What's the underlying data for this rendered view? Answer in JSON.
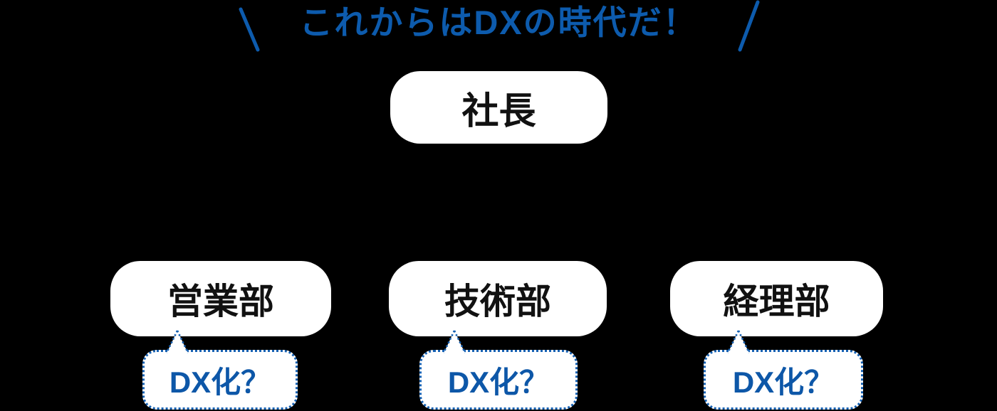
{
  "colors": {
    "background": "#000000",
    "accent_blue": "#0D5BAD",
    "bubble_border_blue": "#1560B2",
    "bubble_text_blue": "#0D57A8",
    "node_background": "#FFFFFF",
    "node_text": "#111111"
  },
  "banner": {
    "text": "これからはDXの時代だ！",
    "left_decoration_icon": "backslash-stroke",
    "right_decoration_icon": "forward-slash-stroke"
  },
  "org_chart": {
    "president": {
      "label": "社長"
    },
    "departments": [
      {
        "label": "営業部",
        "thought": "DX化？"
      },
      {
        "label": "技術部",
        "thought": "DX化？"
      },
      {
        "label": "経理部",
        "thought": "DX化？"
      }
    ]
  }
}
